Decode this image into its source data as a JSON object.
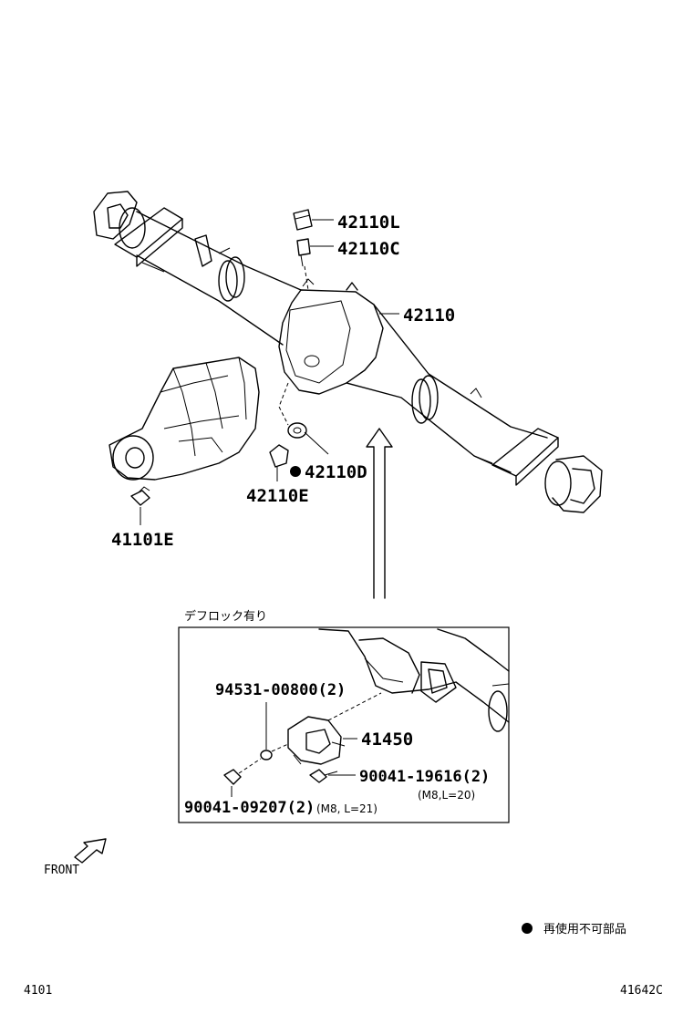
{
  "labels": {
    "p42110L": "42110L",
    "p42110C": "42110C",
    "p42110": "42110",
    "p42110D": "42110D",
    "p42110E": "42110E",
    "p41101E": "41101E",
    "p94531": "94531-00800(2)",
    "p41450": "41450",
    "p90041_19616": "90041-19616(2)",
    "p90041_19616_spec": "(M8,L=20)",
    "p90041_09207": "90041-09207(2)",
    "p90041_09207_spec": "(M8, L=21)"
  },
  "inset_title": "デフロック有り",
  "front_label": "FRONT",
  "legend": {
    "text": "再使用不可部品"
  },
  "footer": {
    "left": "4101",
    "right": "41642C"
  }
}
